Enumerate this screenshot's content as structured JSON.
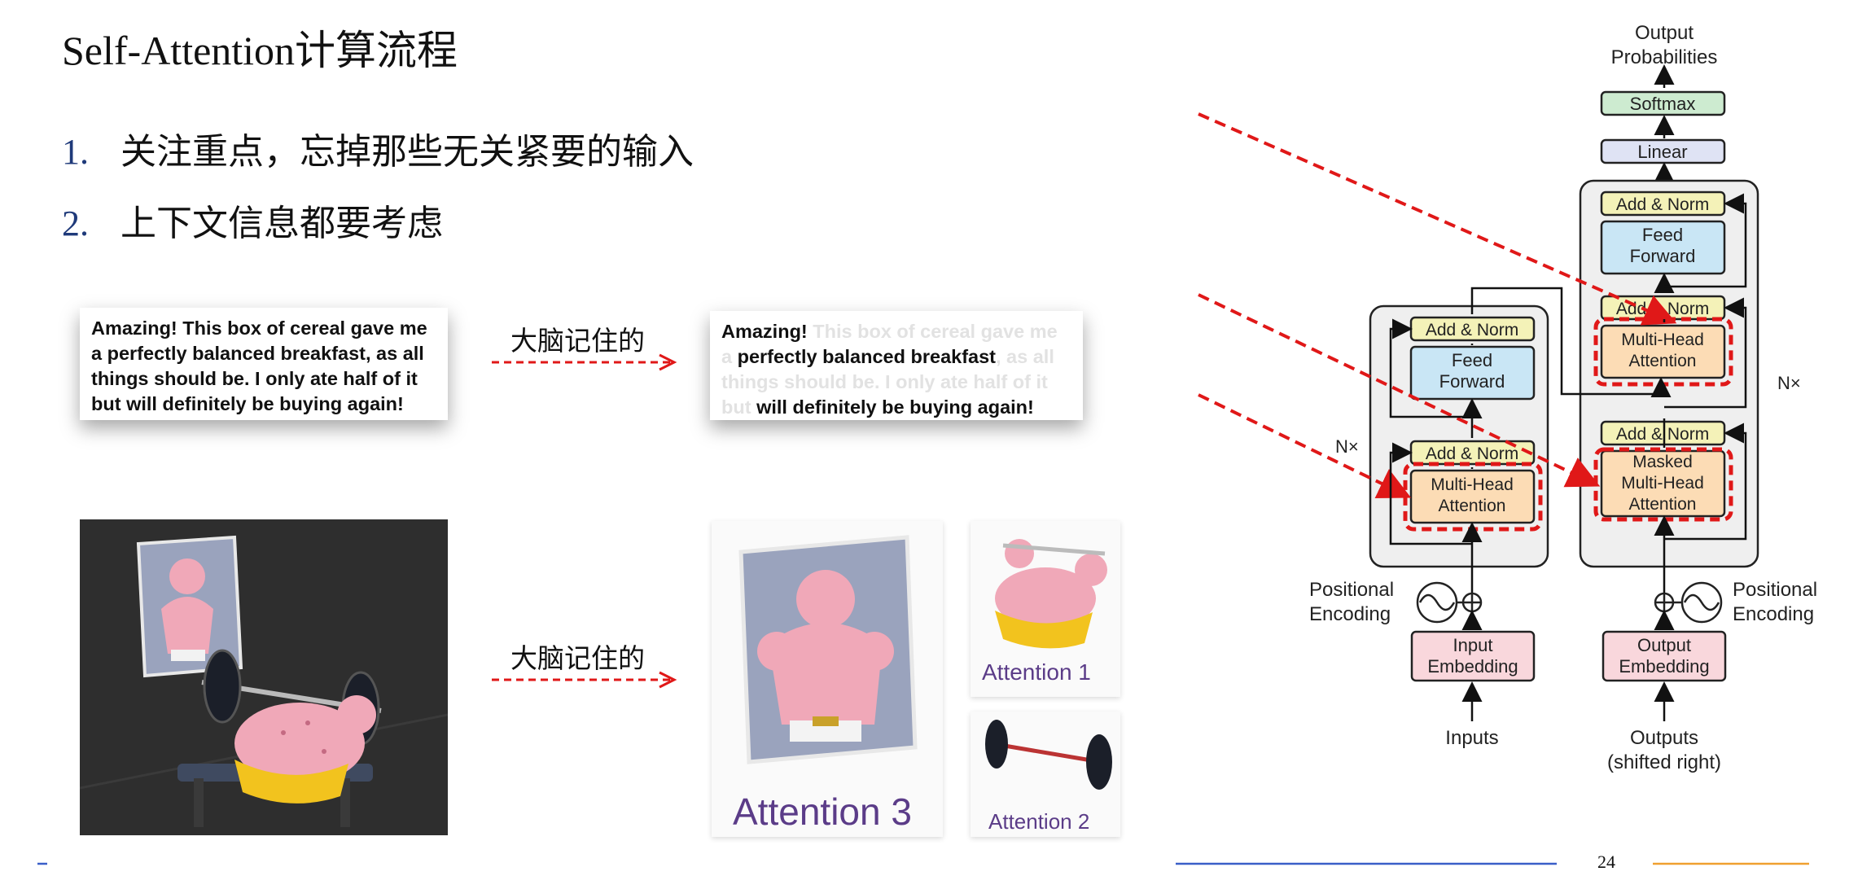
{
  "slide": {
    "title": "Self-Attention计算流程",
    "bullets": [
      {
        "num": "1.",
        "text": "关注重点，忘掉那些无关紧要的输入"
      },
      {
        "num": "2.",
        "text": "上下文信息都要考虑"
      }
    ],
    "page_number": "24"
  },
  "text_example": {
    "original": "Amazing! This box of cereal gave me a perfectly balanced breakfast, as all things should be. I only ate half of it but will definitely be buying again!",
    "attended": [
      {
        "text": "Amazing!",
        "focus": true
      },
      {
        "text": " This box of cereal gave me a ",
        "focus": false
      },
      {
        "text": "perfectly balanced breakfast",
        "focus": true
      },
      {
        "text": ", as all things should be. I only ate half of it but ",
        "focus": false
      },
      {
        "text": "will definitely be buying again!",
        "focus": true
      }
    ],
    "arrow_label": "大脑记住的"
  },
  "image_example": {
    "arrow_label": "大脑记住的",
    "attention_labels": [
      "Attention 3",
      "Attention 1",
      "Attention 2"
    ]
  },
  "transformer": {
    "output_probabilities": "Output\nProbabilities",
    "softmax": "Softmax",
    "linear": "Linear",
    "add_norm": "Add & Norm",
    "feed_forward": "Feed\nForward",
    "multi_head_attention": "Multi-Head\nAttention",
    "masked_multi_head_attention": "Masked\nMulti-Head\nAttention",
    "nx": "N×",
    "positional_encoding": "Positional\nEncoding",
    "input_embedding": "Input\nEmbedding",
    "output_embedding": "Output\nEmbedding",
    "inputs": "Inputs",
    "outputs": "Outputs\n(shifted right)"
  },
  "colors": {
    "accent_blue": "#1f3a7a",
    "highlight_red": "#e01818",
    "add_norm_fill": "#f4f2b8",
    "feed_forward_fill": "#c9e6f5",
    "attention_fill": "#fcdcb5",
    "embedding_fill": "#f9d7dc",
    "softmax_fill": "#cdebd0",
    "linear_fill": "#dfe3f4",
    "footer_blue": "#3a5fc8",
    "footer_orange": "#f0a030"
  }
}
